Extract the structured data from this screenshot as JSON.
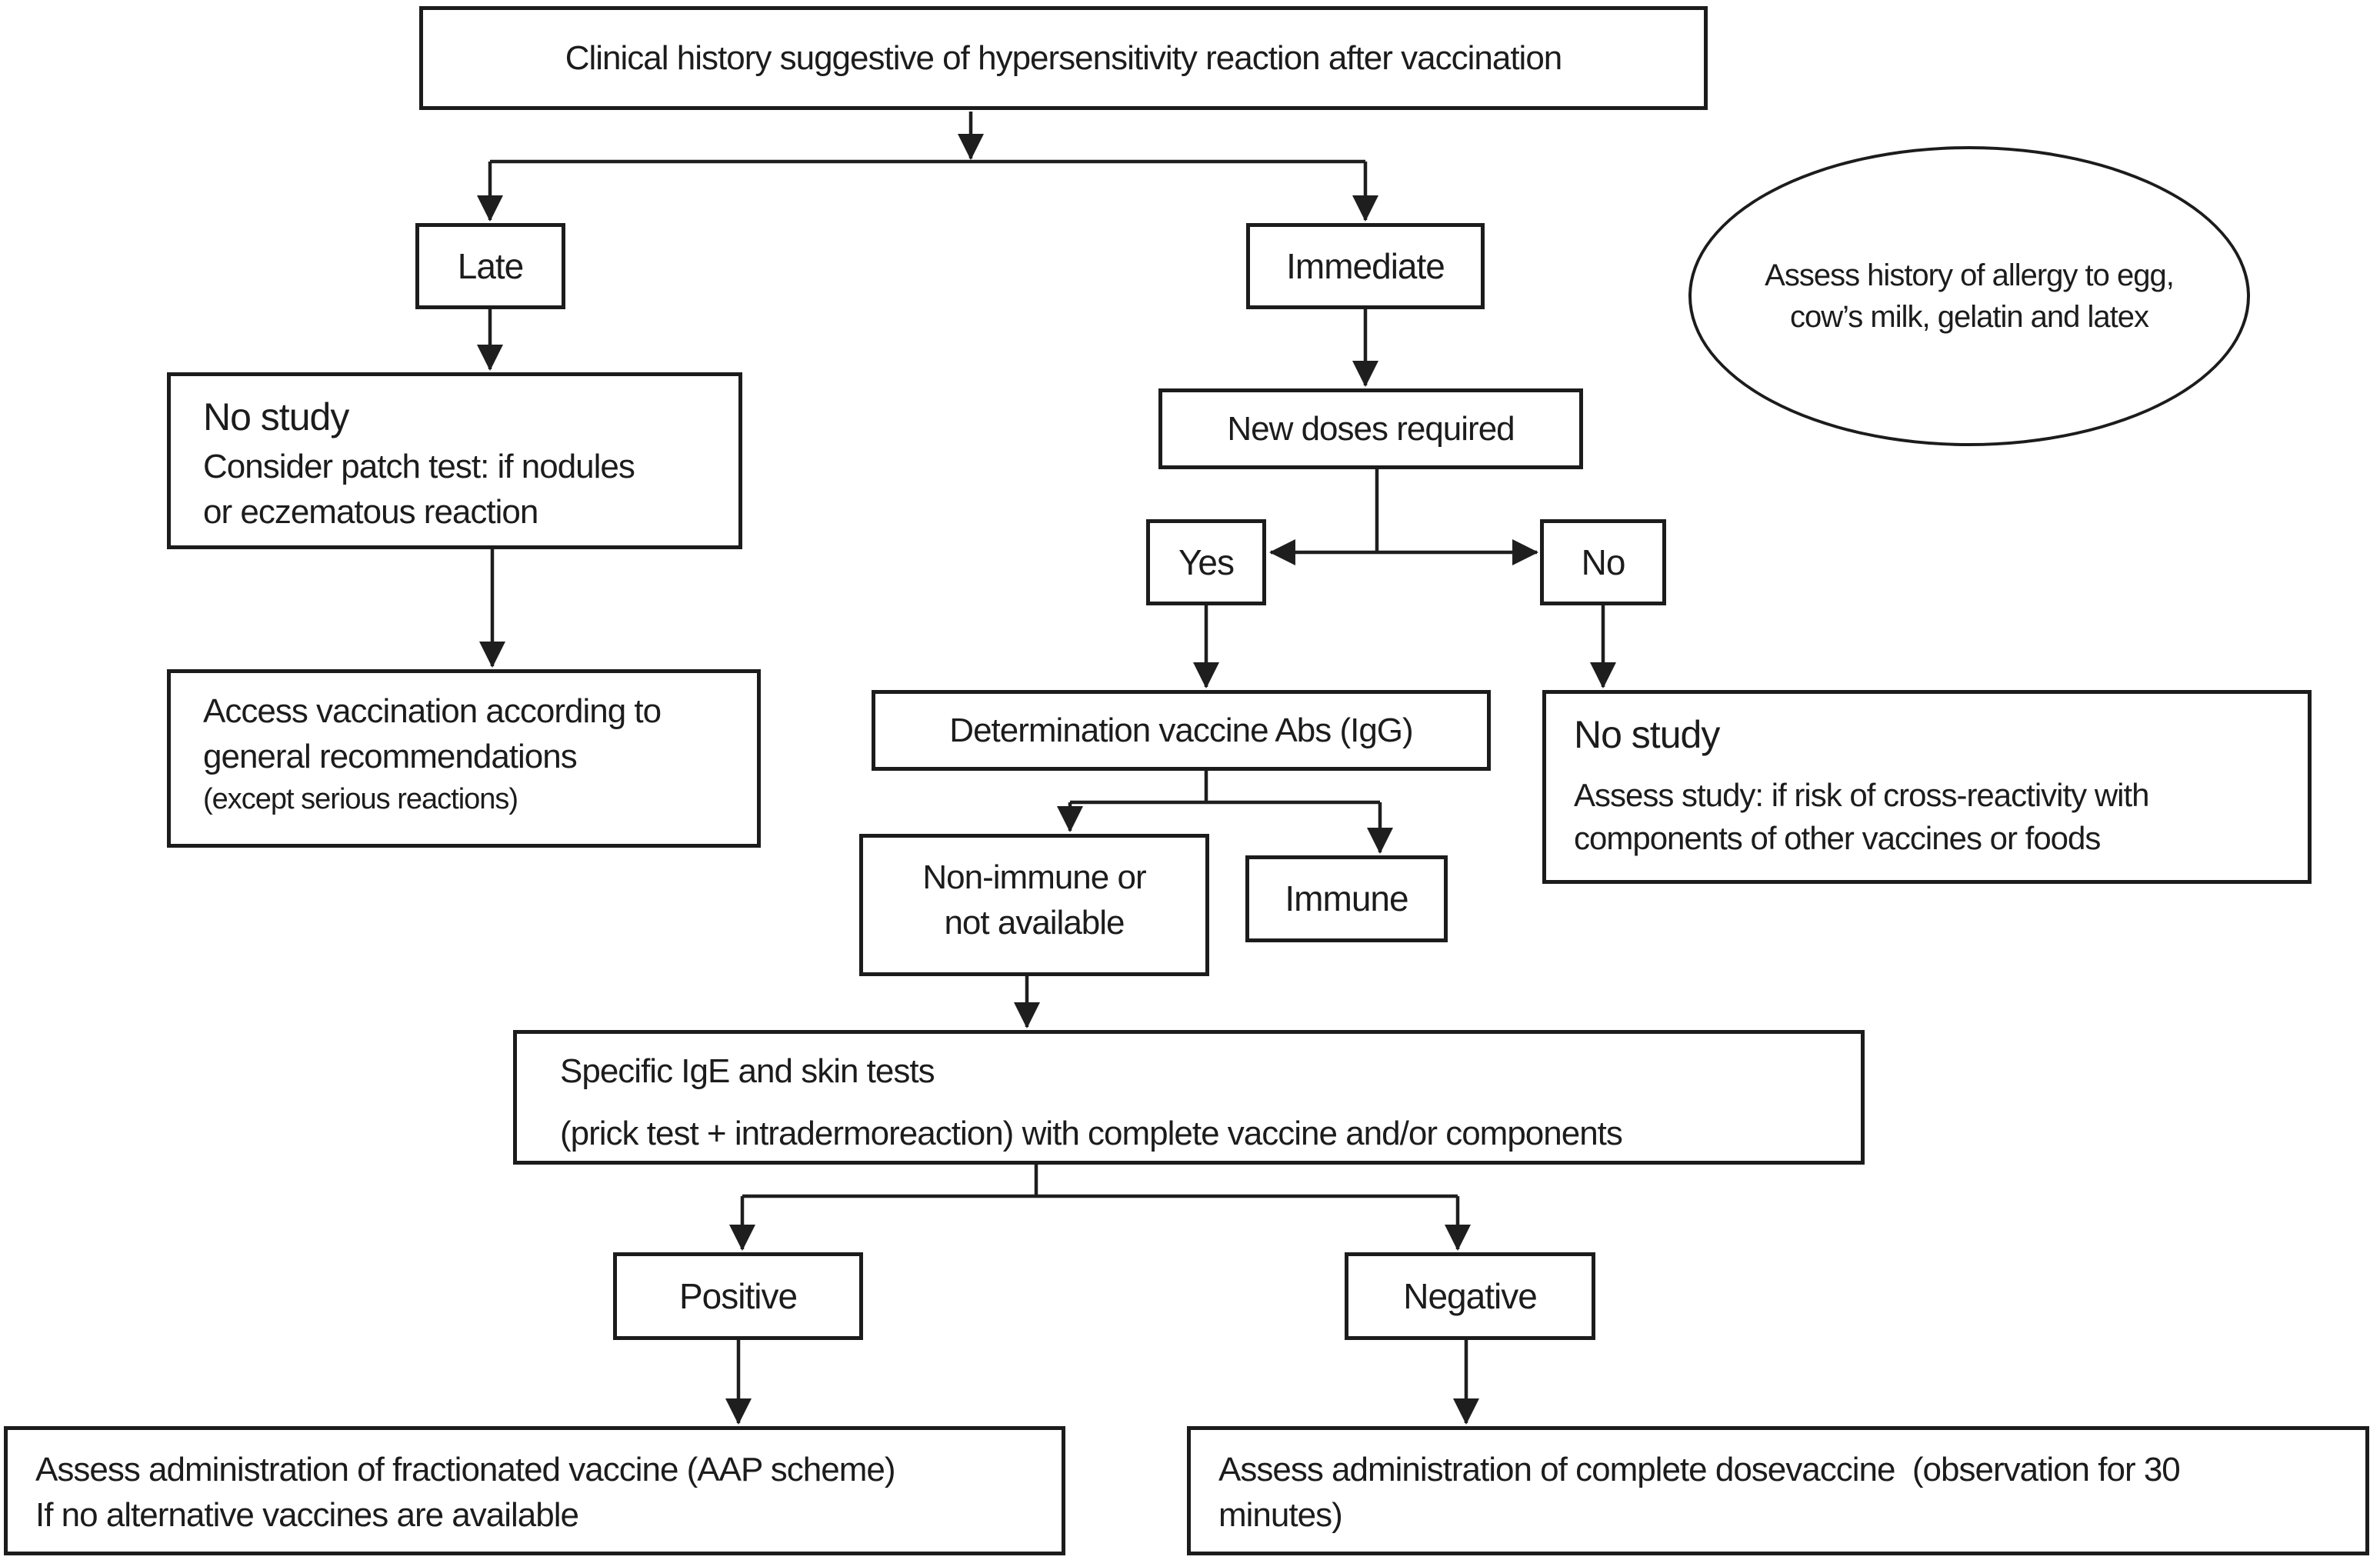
{
  "colors": {
    "line": "#1e1e1e",
    "box_border": "#1c1c1c",
    "background": "#ffffff"
  },
  "flowchart": {
    "start": {
      "label": "Clinical history suggestive of hypersensitivity reaction after vaccination"
    },
    "branch_late": {
      "label": "Late"
    },
    "branch_immediate": {
      "label": "Immediate"
    },
    "allergy_note": {
      "line1": "Assess history of allergy to egg,",
      "line2": "cow’s milk, gelatin and latex"
    },
    "no_study_late": {
      "title": "No study",
      "line1": "Consider patch test: if nodules",
      "line2": "or eczematous reaction"
    },
    "access_vaccination": {
      "line1": "Access vaccination according to",
      "line2": "general recommendations",
      "line3": "(except serious reactions)"
    },
    "new_doses": {
      "label": "New doses required"
    },
    "yes": {
      "label": "Yes"
    },
    "no": {
      "label": "No"
    },
    "determination": {
      "label": "Determination vaccine Abs (IgG)"
    },
    "no_study_right": {
      "title": "No study",
      "line1": "Assess study: if risk of cross-reactivity with",
      "line2": "components of other vaccines or foods"
    },
    "non_immune": {
      "line1": "Non-immune or",
      "line2": "not available"
    },
    "immune": {
      "label": "Immune"
    },
    "ige_tests": {
      "line1": "Specific IgE and skin tests",
      "line2": "(prick test + intradermoreaction) with complete vaccine and/or components"
    },
    "positive": {
      "label": "Positive"
    },
    "negative": {
      "label": "Negative"
    },
    "fractionated_vaccine": {
      "line1": "Assess administration of fractionated vaccine (AAP scheme)",
      "line2": "If no alternative vaccines are available"
    },
    "complete_dose": {
      "line1": "Assess administration of complete dosevaccine  (observation for 30",
      "line2": "minutes)"
    }
  }
}
